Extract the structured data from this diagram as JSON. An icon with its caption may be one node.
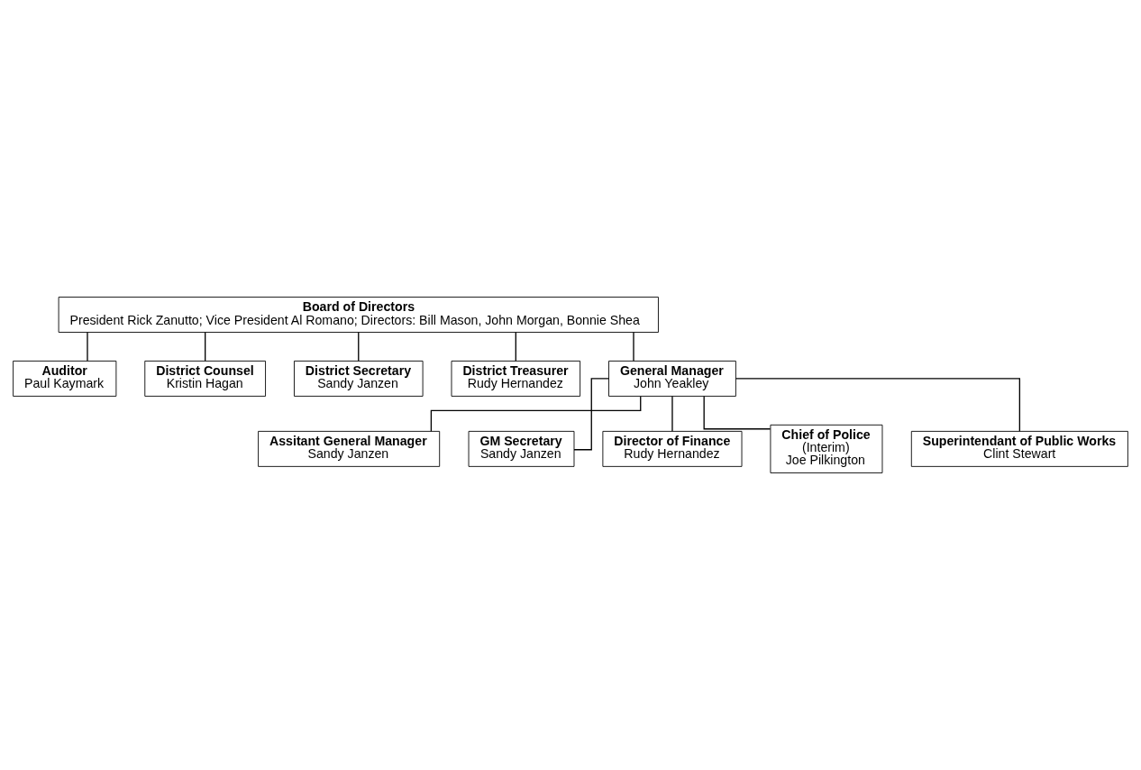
{
  "diagram": {
    "nodes": [
      {
        "text": [
          "Board of Directors",
          "President Rick Zanutto; Vice President Al Romano; Directors: Bill Mason, John Morgan, Bonnie Shea"
        ]
      },
      {
        "text": [
          "Auditor",
          "Paul Kaymark"
        ]
      },
      {
        "text": [
          "District Counsel",
          "Kristin Hagan"
        ]
      },
      {
        "text": [
          "District Secretary",
          "Sandy Janzen"
        ]
      },
      {
        "text": [
          "District Treasurer",
          "Rudy Hernandez"
        ]
      },
      {
        "text": [
          "General Manager",
          "John Yeakley"
        ]
      },
      {
        "text": [
          "Assitant General Manager",
          "Sandy Janzen"
        ]
      },
      {
        "text": [
          "GM Secretary",
          "Sandy Janzen"
        ]
      },
      {
        "text": [
          "Director of Finance",
          "Rudy Hernandez"
        ]
      },
      {
        "text": [
          "Chief of Police",
          "(Interim)",
          "Joe Pilkington"
        ]
      },
      {
        "text": [
          "Superintendant of Public Works",
          "Clint Stewart"
        ]
      }
    ],
    "edges": [
      {
        "from": 0,
        "to": 1,
        "arrow": "none"
      },
      {
        "from": 0,
        "to": 2,
        "arrow": "none"
      },
      {
        "from": 0,
        "to": 3,
        "arrow": "none"
      },
      {
        "from": 0,
        "to": 4,
        "arrow": "none"
      },
      {
        "from": 0,
        "to": 5,
        "arrow": "none"
      },
      {
        "from": 5,
        "to": 6,
        "arrow": "none"
      },
      {
        "from": 5,
        "to": 7,
        "arrow": "none"
      },
      {
        "from": 5,
        "to": 8,
        "arrow": "none"
      },
      {
        "from": 5,
        "to": 9,
        "arrow": "none"
      },
      {
        "from": 5,
        "to": 10,
        "arrow": "none"
      }
    ]
  }
}
